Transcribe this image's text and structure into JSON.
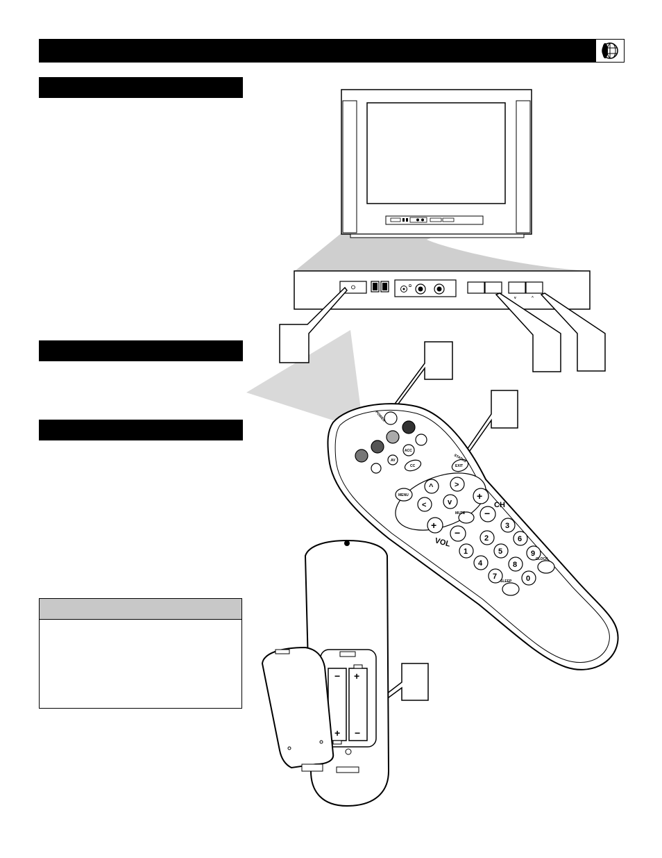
{
  "page": {
    "background": "#ffffff",
    "accent": "#000000",
    "tip_header_color": "#c8c8c8",
    "beam_color": "#d9d9d9"
  },
  "header": {
    "icon": "globe-icon"
  },
  "sections": [
    {
      "name": "section-1-header"
    },
    {
      "name": "section-2-header"
    },
    {
      "name": "section-3-header"
    }
  ],
  "tip_box": {
    "title": "",
    "body": ""
  },
  "remote": {
    "power_label": "POWER",
    "status_label": "STATUS",
    "exit_label": "EXIT",
    "menu_label": "MENU",
    "ch_label": "CH",
    "vol_label": "VOL",
    "mute_label": "MUTE",
    "clock_label": "CLOCK",
    "sleep_label": "SLEEP",
    "acc_label": "ACC",
    "cc_label": "CC",
    "av_label": "AV",
    "plus": "+",
    "minus": "−",
    "digits": [
      "1",
      "2",
      "3",
      "4",
      "5",
      "6",
      "7",
      "8",
      "9",
      "0"
    ]
  },
  "battery": {
    "plus": "+",
    "minus": "−"
  },
  "tv_panel": {
    "down_mark": "v",
    "up_mark": "^"
  }
}
